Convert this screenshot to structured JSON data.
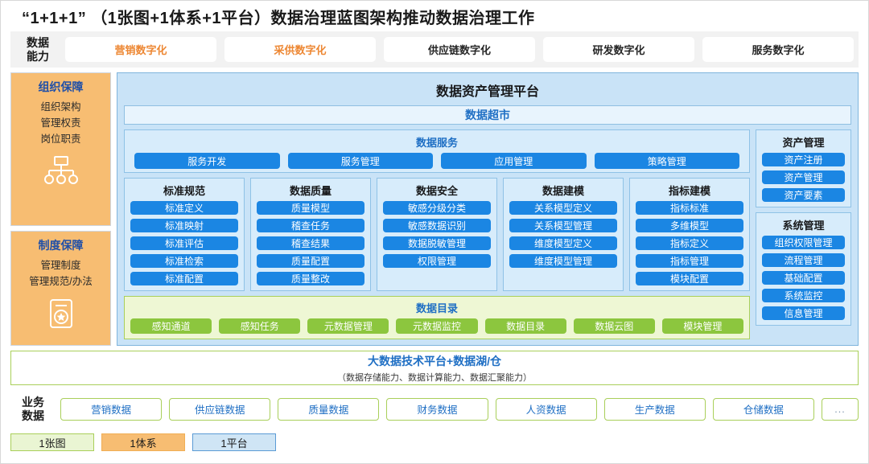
{
  "title": "“1+1+1”  （1张图+1体系+1平台）数据治理蓝图架构推动数据治理工作",
  "capability": {
    "label": "数据\n能力",
    "label_line1": "数据",
    "label_line2": "能力",
    "items": [
      {
        "label": "营销数字化",
        "accent": true
      },
      {
        "label": "采供数字化",
        "accent": true
      },
      {
        "label": "供应链数字化",
        "accent": false
      },
      {
        "label": "研发数字化",
        "accent": false
      },
      {
        "label": "服务数字化",
        "accent": false
      }
    ]
  },
  "left_panels": [
    {
      "title": "组织保障",
      "lines": [
        "组织架构",
        "管理权责",
        "岗位职责"
      ],
      "icon": "org-chart-icon"
    },
    {
      "title": "制度保障",
      "lines": [
        "管理制度",
        "管理规范/办法"
      ],
      "icon": "certificate-star-icon"
    }
  ],
  "platform": {
    "title": "数据资产管理平台",
    "supermarket": "数据超市",
    "data_service": {
      "title": "数据服务",
      "items": [
        "服务开发",
        "服务管理",
        "应用管理",
        "策略管理"
      ]
    },
    "columns": [
      {
        "title": "标准规范",
        "items": [
          "标准定义",
          "标准映射",
          "标准评估",
          "标准检索",
          "标准配置"
        ]
      },
      {
        "title": "数据质量",
        "items": [
          "质量模型",
          "稽查任务",
          "稽查结果",
          "质量配置",
          "质量整改"
        ]
      },
      {
        "title": "数据安全",
        "items": [
          "敏感分级分类",
          "敏感数据识别",
          "数据脱敏管理",
          "权限管理"
        ]
      },
      {
        "title": "数据建模",
        "items": [
          "关系模型定义",
          "关系模型管理",
          "维度模型定义",
          "维度模型管理"
        ]
      },
      {
        "title": "指标建模",
        "items": [
          "指标标准",
          "多维模型",
          "指标定义",
          "指标管理",
          "模块配置"
        ]
      }
    ],
    "catalog": {
      "title": "数据目录",
      "items": [
        "感知通道",
        "感知任务",
        "元数据管理",
        "元数据监控",
        "数据目录",
        "数据云图",
        "模块管理"
      ]
    },
    "right_panels": [
      {
        "title": "资产管理",
        "items": [
          "资产注册",
          "资产管理",
          "资产要素"
        ]
      },
      {
        "title": "系统管理",
        "items": [
          "组织权限管理",
          "流程管理",
          "基础配置",
          "系统监控",
          "信息管理"
        ]
      }
    ]
  },
  "bigdata": {
    "title": "大数据技术平台+数据湖/仓",
    "subtitle": "（数据存储能力、数据计算能力、数据汇聚能力）"
  },
  "business": {
    "label_line1": "业务",
    "label_line2": "数据",
    "items": [
      "营销数据",
      "供应链数据",
      "质量数据",
      "财务数据",
      "人资数据",
      "生产数据",
      "仓储数据"
    ],
    "more": "..."
  },
  "legend": [
    {
      "label": "1张图",
      "color": "#eaf5d3"
    },
    {
      "label": "1体系",
      "color": "#f7bd72"
    },
    {
      "label": "1平台",
      "color": "#cfe5f5"
    }
  ]
}
